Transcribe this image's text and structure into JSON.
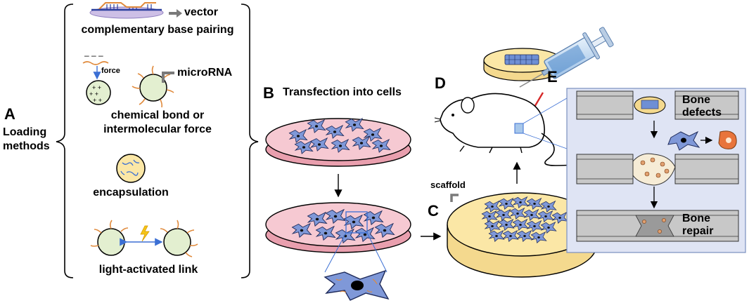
{
  "panels": {
    "a": {
      "letter": "A",
      "side_label_line1": "Loading",
      "side_label_line2": "methods",
      "methods": [
        {
          "label": "complementary base pairing",
          "annotation": "vector"
        },
        {
          "label_line1": "chemical bond or",
          "label_line2": "intermolecular force",
          "force_label": "force",
          "annotation": "microRNA"
        },
        {
          "label": "encapsulation"
        },
        {
          "label": "light-activated link"
        }
      ]
    },
    "b": {
      "letter": "B",
      "title": "Transfection into cells"
    },
    "c": {
      "letter": "C",
      "scaffold_label": "scaffold"
    },
    "d": {
      "letter": "D"
    },
    "e": {
      "letter": "E",
      "bone_defects_line1": "Bone",
      "bone_defects_line2": "defects",
      "bone_repair_line1": "Bone",
      "bone_repair_line2": "repair"
    }
  },
  "colors": {
    "cell_blue": "#7f98d8",
    "dish_pink": "#f6c9d2",
    "dish_yellow": "#fbe7a6",
    "panel_e_bg": "#dfe4f4",
    "bone_gray": "#c8c8c8",
    "strand_orange": "#e08a3c",
    "gray_arrow": "#7a7a7a"
  }
}
